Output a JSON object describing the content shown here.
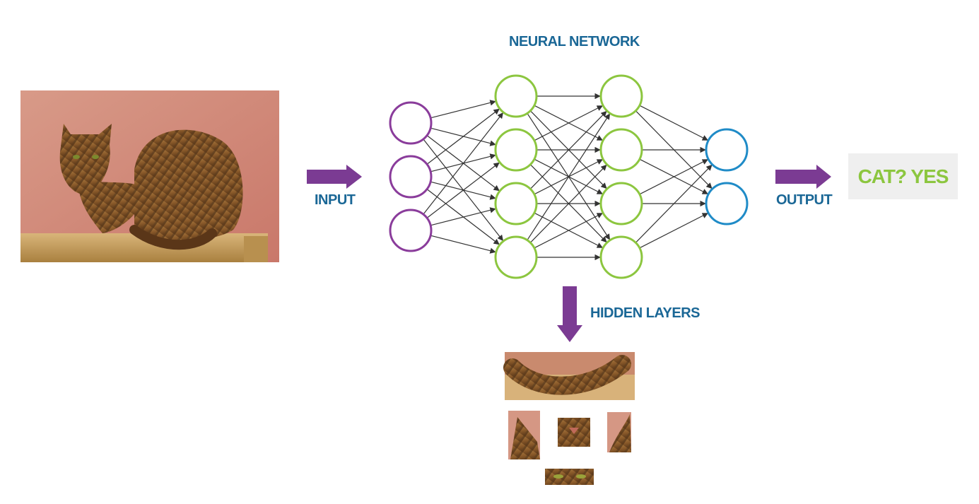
{
  "diagram": {
    "title": "NEURAL NETWORK",
    "input_label": "INPUT",
    "output_label": "OUTPUT",
    "hidden_label": "HIDDEN LAYERS",
    "result": "CAT? YES"
  },
  "colors": {
    "label_blue": "#1a6796",
    "accent_purple": "#7b3b93",
    "input_node": "#8a3c9b",
    "hidden_node": "#8cc63f",
    "output_node": "#1f8bc7",
    "result_green": "#8cc63f",
    "result_bg": "#efefef",
    "edge": "#333333"
  },
  "network": {
    "layers": [
      {
        "role": "input",
        "nodes": 3
      },
      {
        "role": "hidden",
        "nodes": 4
      },
      {
        "role": "hidden",
        "nodes": 4
      },
      {
        "role": "output",
        "nodes": 2
      }
    ]
  },
  "images": [
    {
      "name": "cat-photo"
    },
    {
      "name": "feature-tail"
    },
    {
      "name": "feature-ear-left"
    },
    {
      "name": "feature-nose"
    },
    {
      "name": "feature-ear-right"
    },
    {
      "name": "feature-eyes"
    }
  ]
}
